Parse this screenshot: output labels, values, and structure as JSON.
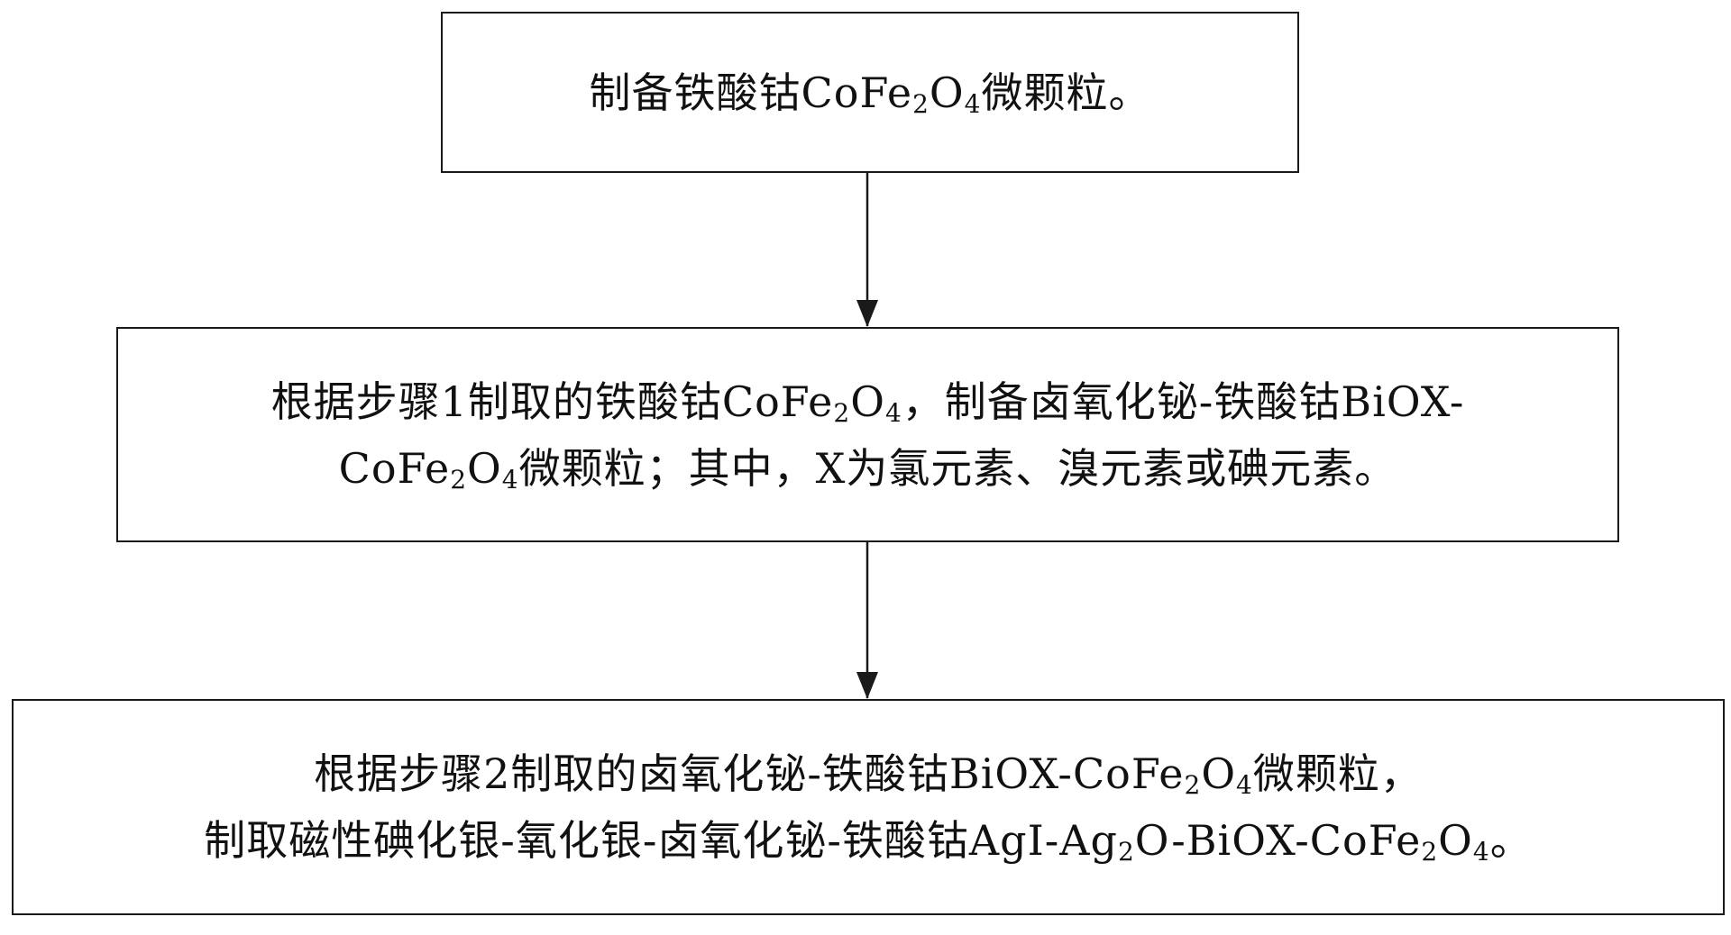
{
  "steps": [
    {
      "lines": [
        [
          "制备铁酸钴CoFe",
          {
            "sub": "2"
          },
          "O",
          {
            "sub": "4"
          },
          "微颗粒。"
        ]
      ]
    },
    {
      "lines": [
        [
          "根据步骤1制取的铁酸钴CoFe",
          {
            "sub": "2"
          },
          "O",
          {
            "sub": "4"
          },
          "，制备卤氧化铋-铁酸钴BiOX-"
        ],
        [
          "CoFe",
          {
            "sub": "2"
          },
          "O",
          {
            "sub": "4"
          },
          "微颗粒；其中，X为氯元素、溴元素或碘元素。"
        ]
      ]
    },
    {
      "lines": [
        [
          "根据步骤2制取的卤氧化铋-铁酸钴BiOX-CoFe",
          {
            "sub": "2"
          },
          "O",
          {
            "sub": "4"
          },
          "微颗粒，"
        ],
        [
          "制取磁性碘化银-氧化银-卤氧化铋-铁酸钴AgI-Ag",
          {
            "sub": "2"
          },
          "O-BiOX-CoFe",
          {
            "sub": "2"
          },
          "O",
          {
            "sub": "4"
          },
          "。"
        ]
      ]
    }
  ],
  "colors": {
    "line": "#1a1a1a",
    "background": "#ffffff"
  }
}
